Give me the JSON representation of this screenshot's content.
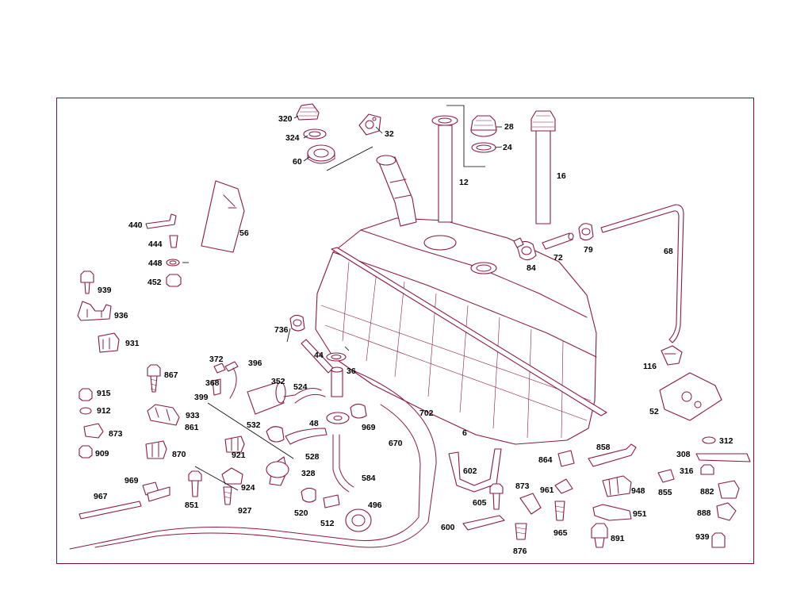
{
  "labels": [
    "320",
    "324",
    "60",
    "32",
    "28",
    "24",
    "12",
    "16",
    "440",
    "56",
    "444",
    "448",
    "452",
    "939",
    "936",
    "931",
    "84",
    "72",
    "79",
    "68",
    "736",
    "44",
    "36",
    "116",
    "372",
    "396",
    "368",
    "352",
    "524",
    "399",
    "48",
    "867",
    "915",
    "912",
    "873",
    "909",
    "861",
    "933",
    "870",
    "532",
    "969",
    "702",
    "6",
    "52",
    "921",
    "528",
    "670",
    "858",
    "864",
    "312",
    "308",
    "316",
    "969",
    "967",
    "851",
    "924",
    "927",
    "328",
    "584",
    "602",
    "873",
    "961",
    "948",
    "855",
    "882",
    "520",
    "512",
    "496",
    "605",
    "600",
    "876",
    "965",
    "951",
    "888",
    "891",
    "939"
  ]
}
